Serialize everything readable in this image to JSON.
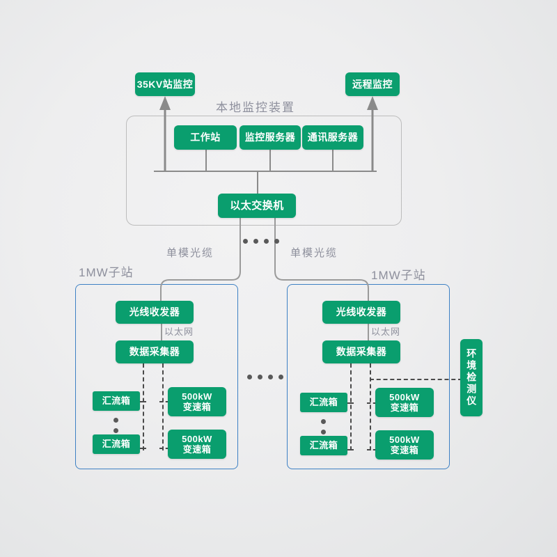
{
  "diagram": {
    "title_hidden": "",
    "colors": {
      "node_green": "#0a9e6e",
      "panel_border": "#bcbcbc",
      "substation_border": "#3d80c4",
      "connector_grey": "#8a8a8a",
      "caption_grey": "#8d8f9c",
      "background": "#e6e7e8"
    }
  },
  "top": {
    "station_35kv": "35KV站监控",
    "remote_monitor": "远程监控"
  },
  "local_unit": {
    "caption": "本地监控装置",
    "nodes": [
      {
        "label": "工作站"
      },
      {
        "label": "监控服务器"
      },
      {
        "label": "通讯服务器"
      }
    ],
    "switch": "以太交换机"
  },
  "links": {
    "fiber_left": "单模光缆",
    "fiber_right": "单模光缆"
  },
  "substations": [
    {
      "caption": "1MW子站",
      "transceiver": "光线收发器",
      "ethernet_label": "以太网",
      "collector": "数据采集器",
      "combiner_boxes": [
        "汇流箱",
        "汇流箱"
      ],
      "inverters": [
        "500kW\n变速箱",
        "500kW\n变速箱"
      ],
      "inverter_lines": [
        [
          "500kW",
          "变速箱"
        ],
        [
          "500kW",
          "变速箱"
        ]
      ]
    },
    {
      "caption": "1MW子站",
      "transceiver": "光线收发器",
      "ethernet_label": "以太网",
      "collector": "数据采集器",
      "combiner_boxes": [
        "汇流箱",
        "汇流箱"
      ],
      "inverters": [
        "500kW\n变速箱",
        "500kW\n变速箱"
      ],
      "inverter_lines": [
        [
          "500kW",
          "变速箱"
        ],
        [
          "500kW",
          "变速箱"
        ]
      ]
    }
  ],
  "env_monitor": {
    "label": "环境检测仪"
  },
  "ellipses": {
    "horizontal_dot_count": 4,
    "vertical_dot_count": 2
  }
}
